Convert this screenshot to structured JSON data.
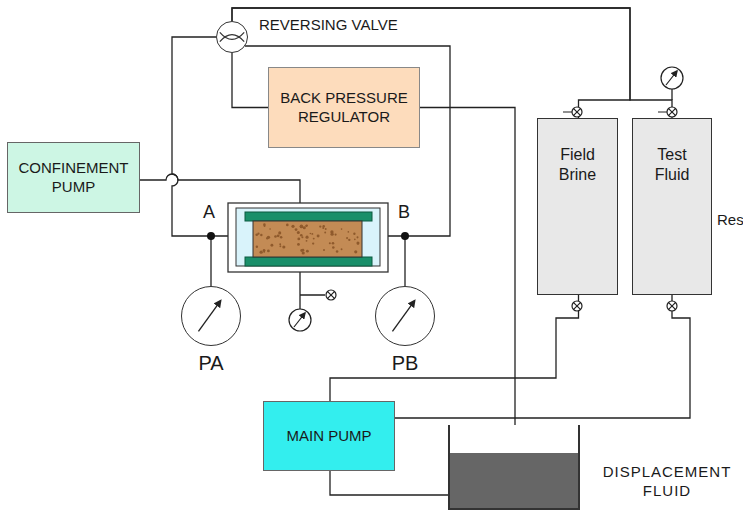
{
  "diagram": {
    "nodes": [
      {
        "text": [
          "REVERSING VALVE"
        ]
      },
      {
        "text": [
          "BACK PRESSURE REGULATOR"
        ]
      },
      {
        "text": [
          "CONFINEMENT PUMP"
        ]
      },
      {
        "text": [
          "Field Brine"
        ]
      },
      {
        "text": [
          "Test Fluid"
        ]
      },
      {
        "text": [
          "PA"
        ]
      },
      {
        "text": [
          "PB"
        ]
      },
      {
        "text": [
          "MAIN PUMP"
        ]
      },
      {
        "text": [
          "DISPLACEMENT FLUID"
        ]
      }
    ],
    "edges": [
      {
        "from": 0,
        "to": 1,
        "arrow": "none"
      },
      {
        "from": 1,
        "to": 8,
        "arrow": "none"
      },
      {
        "from": 0,
        "to": 3,
        "arrow": "none"
      },
      {
        "from": 0,
        "to": 4,
        "arrow": "none"
      },
      {
        "from": 7,
        "to": 3,
        "arrow": "none"
      },
      {
        "from": 7,
        "to": 4,
        "arrow": "none"
      },
      {
        "from": 7,
        "to": 8,
        "arrow": "none"
      }
    ],
    "labels": [
      "A",
      "B",
      "Res"
    ]
  }
}
